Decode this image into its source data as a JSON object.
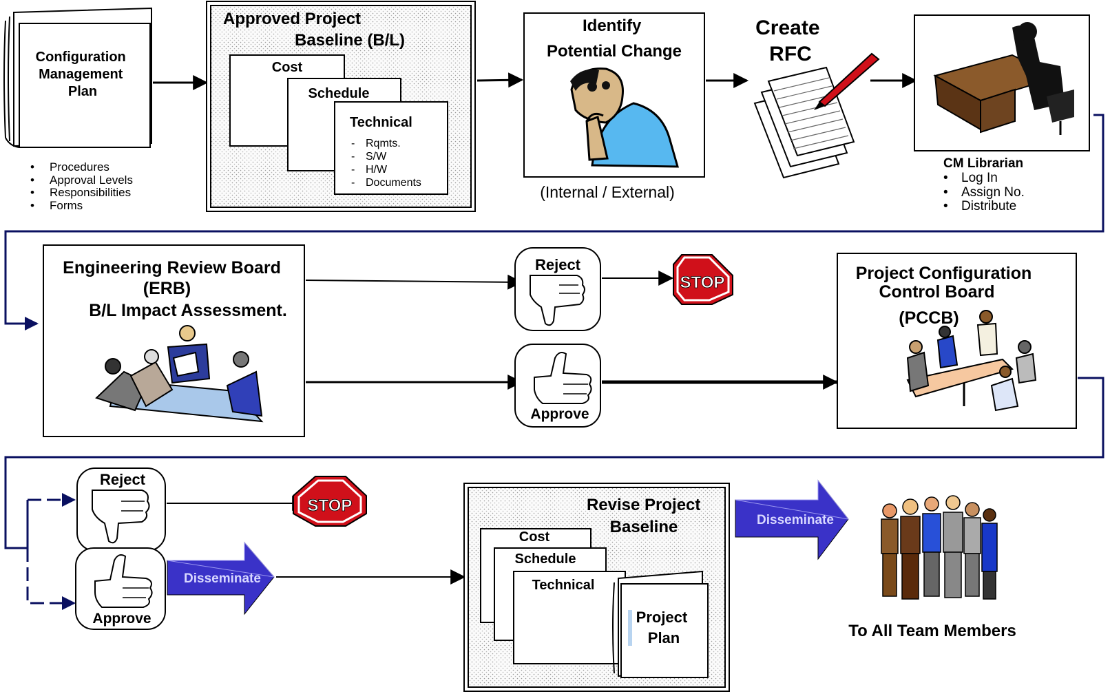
{
  "row1": {
    "cm_plan": {
      "title_lines": [
        "Configuration",
        "Management",
        "Plan"
      ],
      "bullets": [
        "Procedures",
        "Approval Levels",
        "Responsibilities",
        "Forms"
      ]
    },
    "baseline": {
      "title_line1": "Approved Project",
      "title_line2": "Baseline (B/L)",
      "cost": "Cost",
      "schedule": "Schedule",
      "technical": "Technical",
      "technical_items": [
        "Rqmts.",
        "S/W",
        "H/W",
        "Documents"
      ]
    },
    "identify": {
      "title_line1": "Identify",
      "title_line2": "Potential Change",
      "caption": "(Internal / External)"
    },
    "rfc": {
      "line1": "Create",
      "line2": "RFC"
    },
    "librarian": {
      "title": "CM Librarian",
      "bullets": [
        "Log In",
        "Assign No.",
        "Distribute"
      ]
    }
  },
  "row2": {
    "erb": {
      "line1": "Engineering  Review Board",
      "line2": "(ERB)",
      "line3": "B/L Impact Assessment."
    },
    "reject": "Reject",
    "approve": "Approve",
    "stop": "STOP",
    "pccb": {
      "line1": "Project Configuration",
      "line2": "Control Board",
      "line3": "(PCCB)"
    }
  },
  "row3": {
    "reject": "Reject",
    "approve": "Approve",
    "stop": "STOP",
    "disseminate1": "Disseminate",
    "revise": {
      "title_line1": "Revise Project",
      "title_line2": "Baseline",
      "cost": "Cost",
      "schedule": "Schedule",
      "technical": "Technical",
      "project_plan_line1": "Project",
      "project_plan_line2": "Plan"
    },
    "disseminate2": "Disseminate",
    "team": "To All Team Members"
  },
  "colors": {
    "connector_navy": "#0a1060",
    "arrow_blue": "#3a32c8",
    "stop_red": "#d0101a",
    "table_blue": "#a9c8ea",
    "pccb_table": "#f6c8a0",
    "shirt_blue": "#57b8f0"
  }
}
